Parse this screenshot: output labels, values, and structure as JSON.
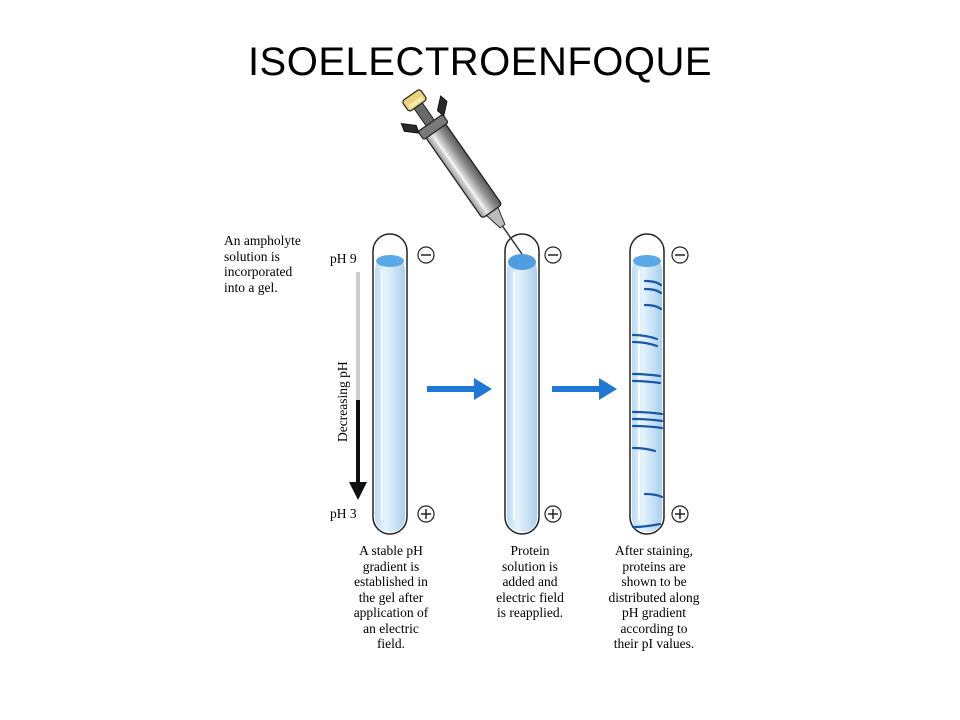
{
  "title": "ISOELECTROENFOQUE",
  "intro_text": "An ampholyte\nsolution is\nincorporated\ninto a gel.",
  "ph_top": "pH 9",
  "ph_bottom": "pH 3",
  "axis_label": "Decreasing pH",
  "minus_symbol": "−",
  "plus_symbol": "+",
  "captions": [
    "A stable pH\ngradient is\nestablished in\nthe gel after\napplication of\nan electric\nfield.",
    "Protein\nsolution is\nadded and\nelectric field\nis reapplied.",
    "After staining,\nproteins are\nshown to be\ndistributed along\npH gradient\naccording to\ntheir pI values."
  ],
  "colors": {
    "gel": "#cfe6f7",
    "gel_top": "#5aa8e6",
    "band": "#1a58a8",
    "arrow": "#1f78d6",
    "tube_outline": "#222222"
  },
  "icons": [
    "pipette-icon",
    "arrow-right-icon",
    "arrow-down-icon",
    "minus-electrode-icon",
    "plus-electrode-icon"
  ]
}
